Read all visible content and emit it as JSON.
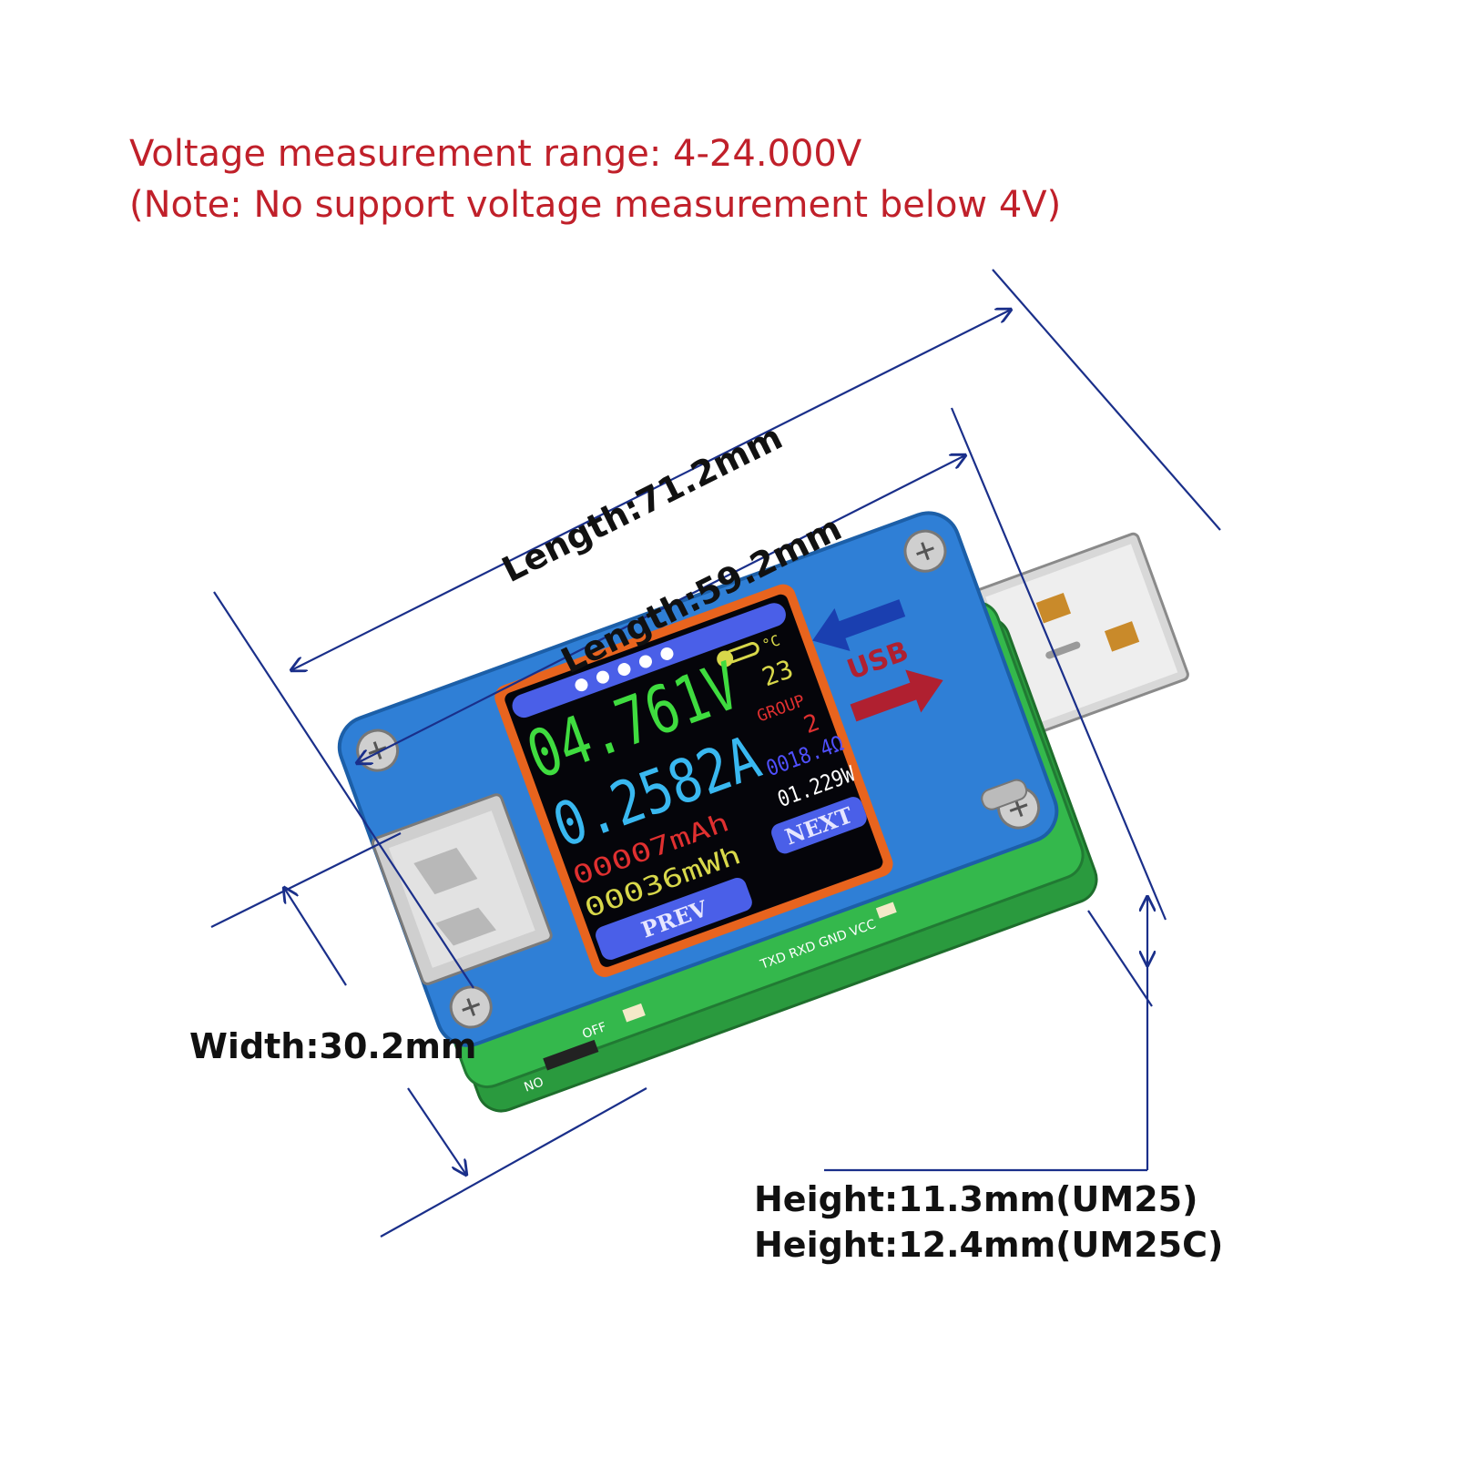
{
  "notes": {
    "line1": "Voltage measurement range: 4-24.000V",
    "line2": "(Note: No support voltage measurement below 4V)"
  },
  "dimensions": {
    "overall_length": "Length:71.2mm",
    "body_length": "Length:59.2mm",
    "width": "Width:30.2mm",
    "height_um25": "Height:11.3mm(UM25)",
    "height_um25c": "Height:12.4mm(UM25C)"
  },
  "screen": {
    "voltage": "04.761V",
    "current": "0.2582A",
    "temperature_unit": "°C",
    "temperature": "23",
    "group_label": "GROUP",
    "group_value": "2",
    "resistance": "0018.4Ω",
    "power": "01.229W",
    "capacity": "00007mAh",
    "energy": "00036mWh",
    "prev_button": "PREV",
    "next_button": "NEXT"
  },
  "device": {
    "usb_label": "USB",
    "pcb_pins": "TXD RXD GND VCC",
    "switch_off": "OFF",
    "switch_on": "NO"
  },
  "colors": {
    "note_text": "#c0202a",
    "dimension_line": "#1a2f8a",
    "case_blue": "#2f7fd6",
    "pcb_green": "#2fb34a",
    "screen_border": "#e8641e",
    "voltage_green": "#3fdc3f",
    "current_cyan": "#39b8f0",
    "resistance_purple": "#5050ff",
    "capacity_red": "#e03030",
    "energy_yellow": "#d8d84a",
    "button_blue": "#4a5fe8"
  }
}
